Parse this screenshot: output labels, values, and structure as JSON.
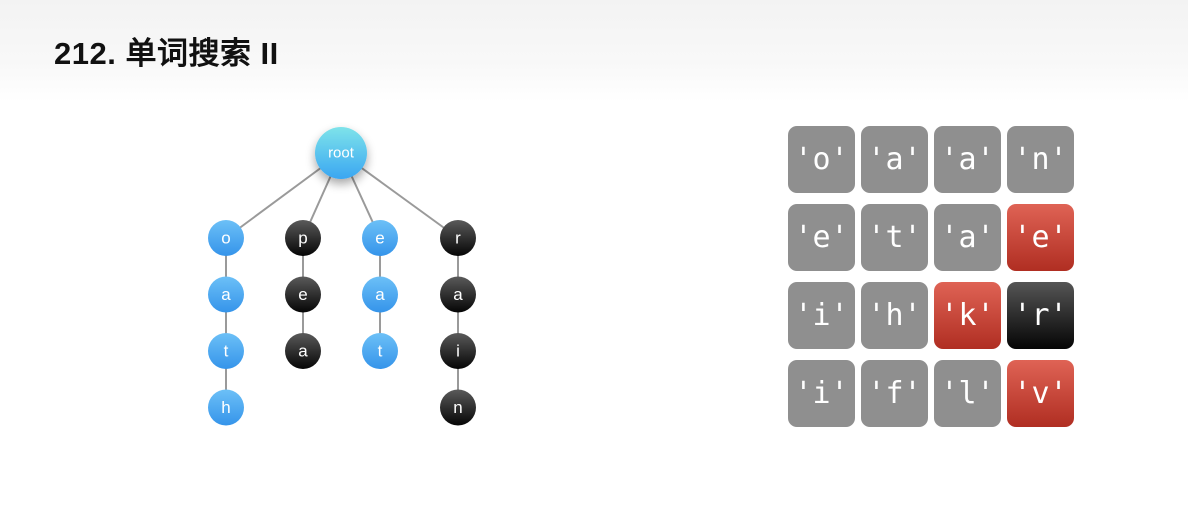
{
  "title": "212. 单词搜索 II",
  "trie": {
    "root": "root",
    "branches": [
      {
        "nodes": [
          "o",
          "a",
          "t",
          "h"
        ],
        "state": "found"
      },
      {
        "nodes": [
          "p",
          "e",
          "a"
        ],
        "state": "missing"
      },
      {
        "nodes": [
          "e",
          "a",
          "t"
        ],
        "state": "found"
      },
      {
        "nodes": [
          "r",
          "a",
          "i",
          "n"
        ],
        "state": "missing"
      }
    ]
  },
  "board": {
    "rows": [
      [
        {
          "text": "'o'",
          "state": "gray"
        },
        {
          "text": "'a'",
          "state": "gray"
        },
        {
          "text": "'a'",
          "state": "gray"
        },
        {
          "text": "'n'",
          "state": "gray"
        }
      ],
      [
        {
          "text": "'e'",
          "state": "gray"
        },
        {
          "text": "'t'",
          "state": "gray"
        },
        {
          "text": "'a'",
          "state": "gray"
        },
        {
          "text": "'e'",
          "state": "red"
        }
      ],
      [
        {
          "text": "'i'",
          "state": "gray"
        },
        {
          "text": "'h'",
          "state": "gray"
        },
        {
          "text": "'k'",
          "state": "red"
        },
        {
          "text": "'r'",
          "state": "black"
        }
      ],
      [
        {
          "text": "'i'",
          "state": "gray"
        },
        {
          "text": "'f'",
          "state": "gray"
        },
        {
          "text": "'l'",
          "state": "gray"
        },
        {
          "text": "'v'",
          "state": "red"
        }
      ]
    ]
  },
  "colors": {
    "found_node": "#4aa8f0",
    "missing_node": "#1a1a1a",
    "root_node": "#53c6ee",
    "edge": "#9a9a9a",
    "cell_gray": "#8f8f8f",
    "cell_red": "#c5453a",
    "cell_black": "#111111"
  }
}
